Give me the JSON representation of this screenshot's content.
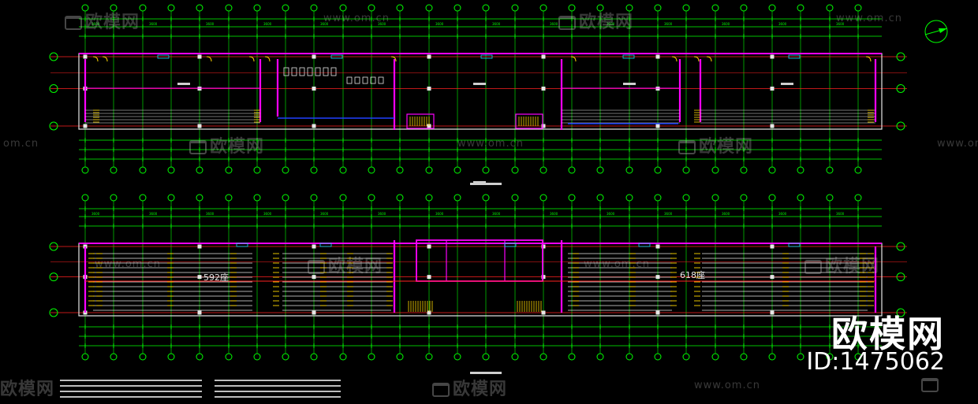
{
  "watermark": {
    "brand": "欧模网",
    "url": "www.om.cn",
    "url_short": "om.cn",
    "id_text": "ID:1475062"
  },
  "plan_labels": {
    "room_left": "592座",
    "room_right": "618座"
  },
  "colors": {
    "background": "#000000",
    "grid": "#00ff00",
    "wall": "#ff00ff",
    "axis_red": "#ff2020",
    "blue": "#2040ff",
    "yellow": "#ffd800",
    "cyan": "#00e0ff",
    "white": "#e6e6e6"
  },
  "icons": {
    "north": "north-arrow-icon",
    "logo": "sofa-logo-icon"
  }
}
